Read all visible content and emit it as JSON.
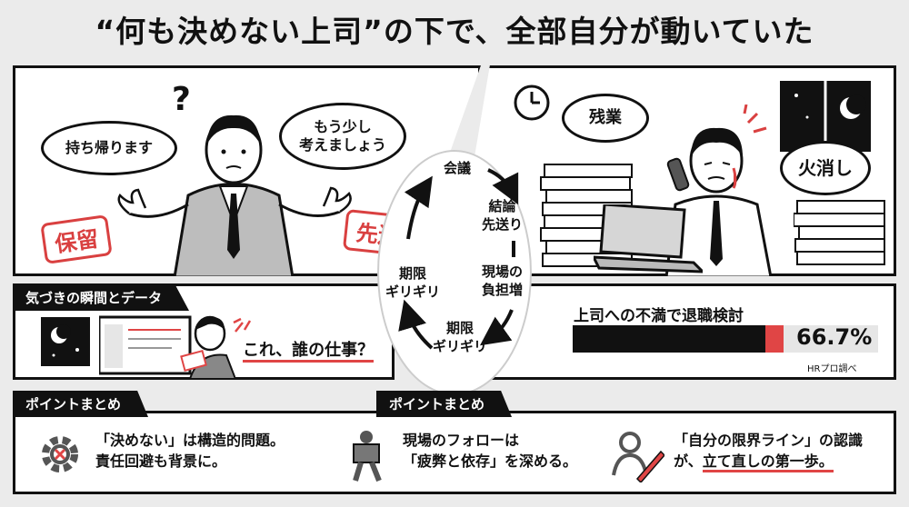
{
  "title": "“何も決めない上司”の下で、全部自分が動いていた",
  "left_panel": {
    "question_mark": "?",
    "bubble_1": "持ち帰ります",
    "bubble_2_line1": "もう少し",
    "bubble_2_line2": "考えましょう",
    "stamp_1": "保留",
    "stamp_2": "先送り"
  },
  "right_panel": {
    "bubble_1": "残業",
    "bubble_2": "火消し"
  },
  "cycle": {
    "step_1": "会議",
    "step_2_line1": "結論",
    "step_2_line2": "先送り",
    "step_3_line1": "現場の",
    "step_3_line2": "負担増",
    "step_4_line1": "期限",
    "step_4_line2": "ギリギリ",
    "step_5_line1": "期限",
    "step_5_line2": "ギリギリ"
  },
  "awareness": {
    "tag": "気づきの瞬間とデータ",
    "caption": "これ、誰の仕事？"
  },
  "stat": {
    "label": "上司への不満で退職検討",
    "value_text": "66.7%",
    "value": 66.7,
    "source": "HRプロ調べ"
  },
  "points": {
    "tag_1": "ポイントまとめ",
    "tag_2": "ポイントまとめ",
    "item_1_line1": "「決めない」は構造的問題。",
    "item_1_line2": "責任回避も背景に。",
    "item_2_line1": "現場のフォローは",
    "item_2_line2": "「疲弊と依存」を深める。",
    "item_3_line1": "「自分の限界ライン」の認識",
    "item_3_line2a": "が、",
    "item_3_line2b": "立て直しの第一歩。"
  },
  "colors": {
    "accent_red": "#e04545",
    "dark": "#111111",
    "background": "#ebebeb"
  },
  "icons": [
    "gear-icon",
    "person-carrying-icon",
    "person-pencil-icon",
    "clock-icon",
    "moon-icon",
    "phone-icon",
    "laptop-icon",
    "paper-stack-icon",
    "envelope-icon"
  ]
}
